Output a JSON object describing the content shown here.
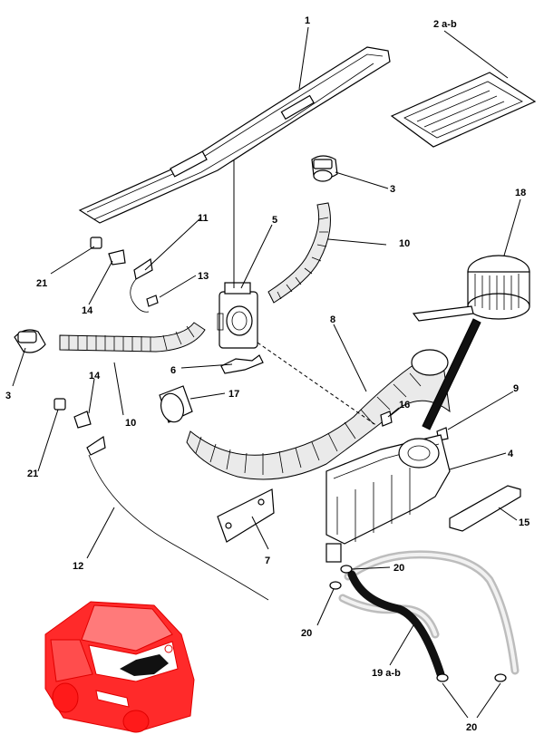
{
  "diagram": {
    "callouts": {
      "c1": "1",
      "c2ab": "2 a-b",
      "c3_top": "3",
      "c3_left": "3",
      "c4": "4",
      "c5": "5",
      "c6": "6",
      "c7": "7",
      "c8": "8",
      "c9": "9",
      "c10_right": "10",
      "c10_left": "10",
      "c11": "11",
      "c12": "12",
      "c13": "13",
      "c14_top": "14",
      "c14_mid": "14",
      "c15": "15",
      "c16": "16",
      "c17": "17",
      "c18": "18",
      "c19ab": "19 a-b",
      "c20_a": "20",
      "c20_b": "20",
      "c20_c": "20",
      "c21_top": "21",
      "c21_bottom": "21"
    },
    "colors": {
      "line": "#000000",
      "car_highlight": "#e00000",
      "hose_fill": "#eaeaea",
      "grey_pipe": "#bdbdbd"
    }
  }
}
